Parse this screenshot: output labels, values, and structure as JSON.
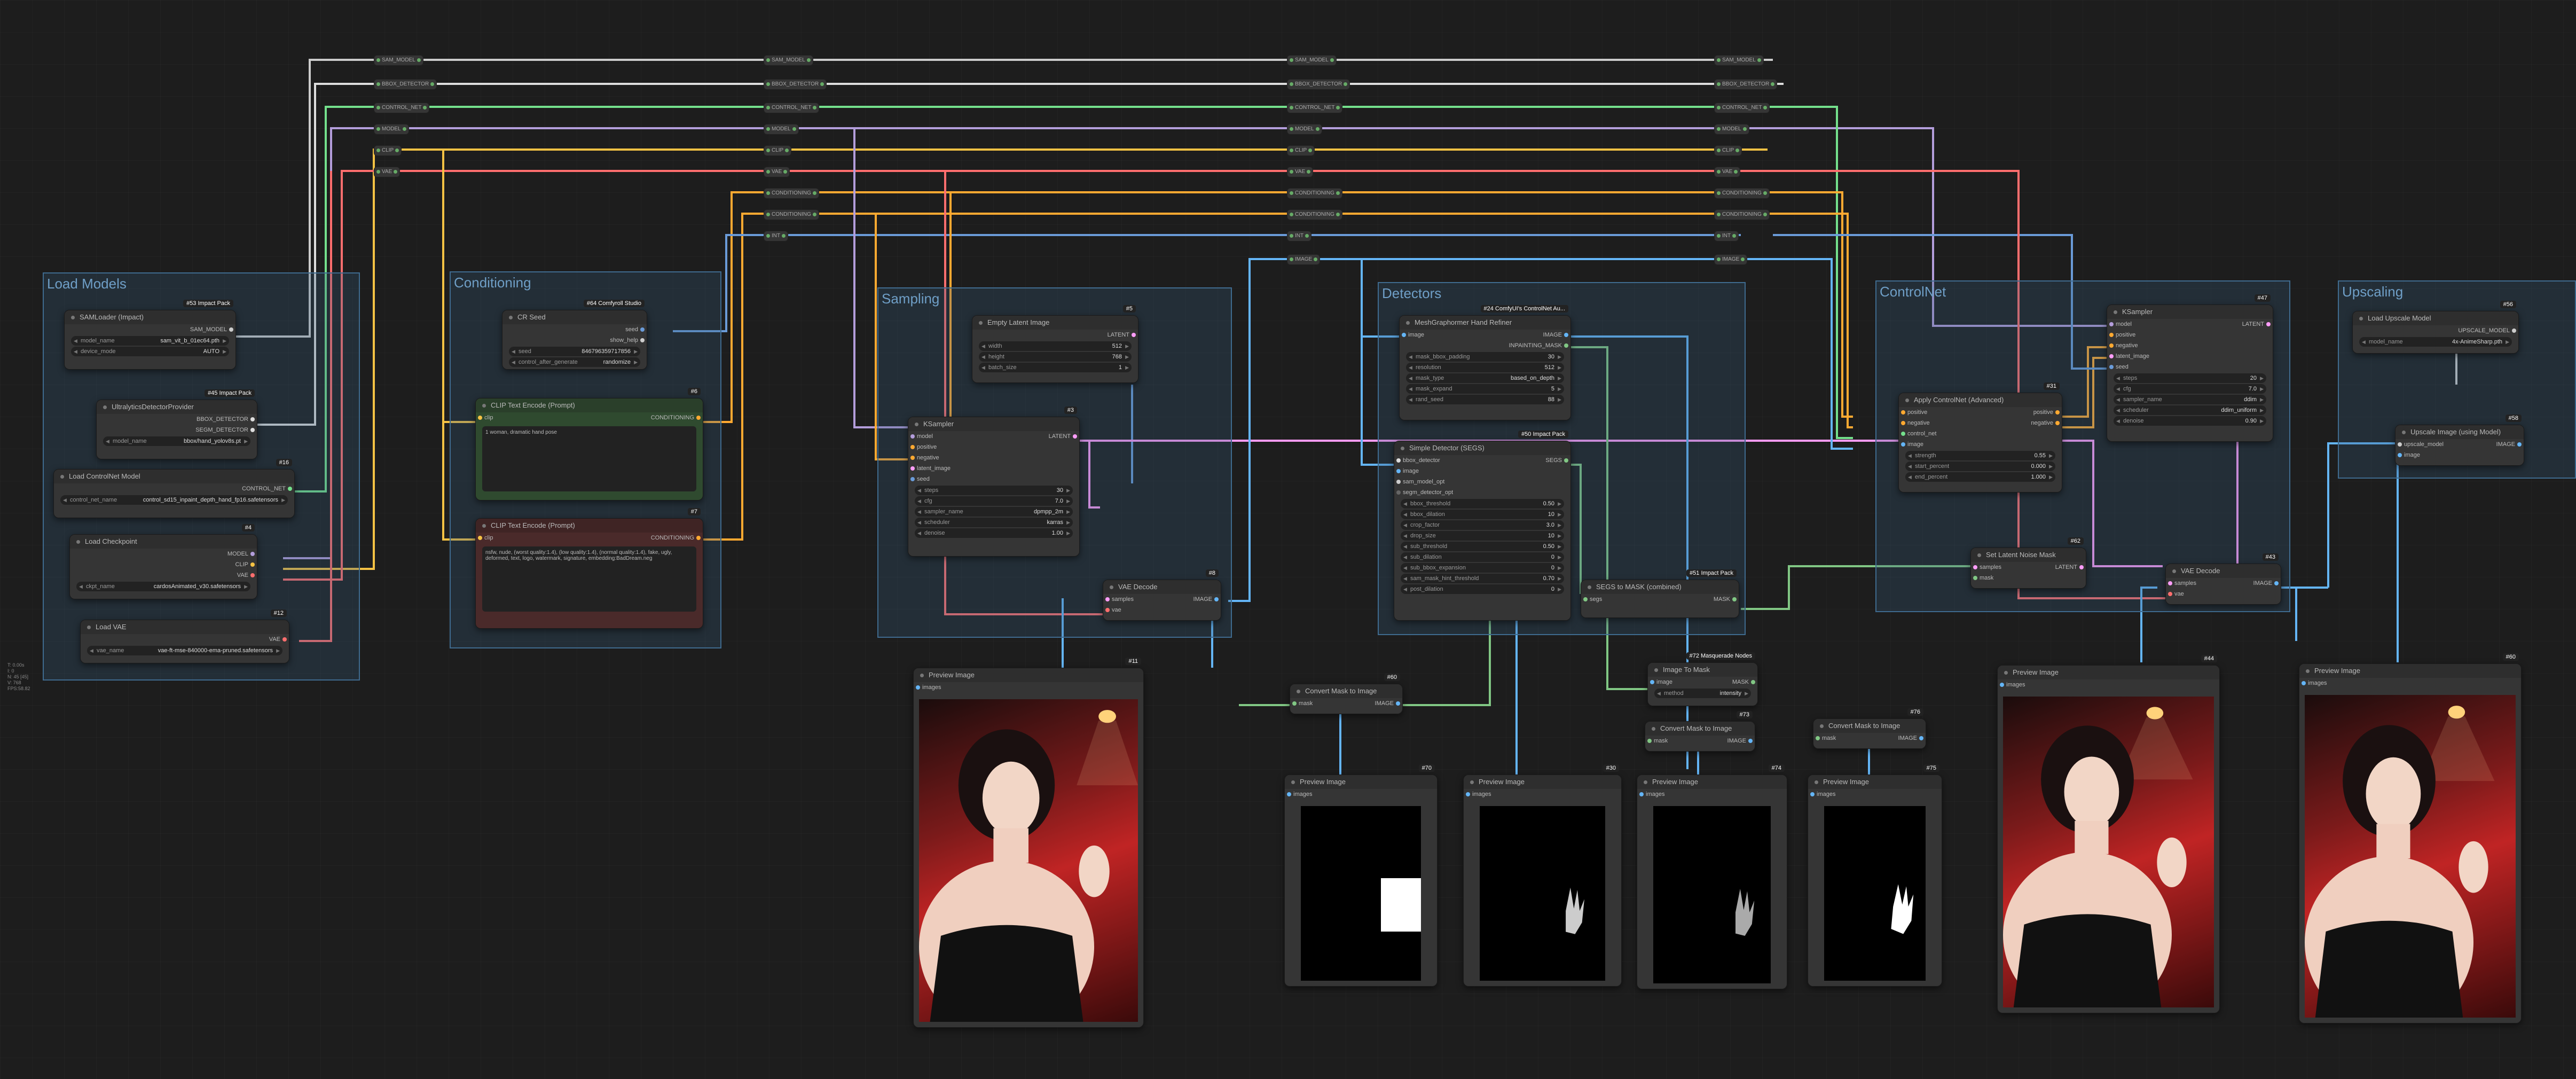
{
  "groups": {
    "load_models": "Load Models",
    "conditioning": "Conditioning",
    "sampling": "Sampling",
    "detectors": "Detectors",
    "controlnet": "ControlNet",
    "upscaling": "Upscaling"
  },
  "reroutes": {
    "sam_model": "SAM_MODEL",
    "bbox_detector": "BBOX_DETECTOR",
    "control_net": "CONTROL_NET",
    "model": "MODEL",
    "clip": "CLIP",
    "vae": "VAE",
    "conditioning": "CONDITIONING",
    "int": "INT",
    "image": "IMAGE"
  },
  "nodes": {
    "sam_loader": {
      "title": "SAMLoader (Impact)",
      "badge": "#53 Impact Pack",
      "out": "SAM_MODEL",
      "model_name_label": "model_name",
      "model_name": "sam_vit_b_01ec64.pth",
      "device_mode_label": "device_mode",
      "device_mode": "AUTO"
    },
    "ultralytics": {
      "title": "UltralyticsDetectorProvider",
      "badge": "#45 Impact Pack",
      "out1": "BBOX_DETECTOR",
      "out2": "SEGM_DETECTOR",
      "model_name_label": "model_name",
      "model_name": "bbox/hand_yolov8s.pt"
    },
    "controlnet_loader": {
      "title": "Load ControlNet Model",
      "badge": "#16",
      "out": "CONTROL_NET",
      "label": "control_net_name",
      "value": "control_sd15_inpaint_depth_hand_fp16.safetensors"
    },
    "checkpoint": {
      "title": "Load Checkpoint",
      "badge": "#4",
      "out1": "MODEL",
      "out2": "CLIP",
      "out3": "VAE",
      "label": "ckpt_name",
      "value": "cardosAnimated_v30.safetensors"
    },
    "load_vae": {
      "title": "Load VAE",
      "badge": "#12",
      "out": "VAE",
      "label": "vae_name",
      "value": "vae-ft-mse-840000-ema-pruned.safetensors"
    },
    "cr_seed": {
      "title": "CR Seed",
      "badge": "#64 Comfyroll Studio",
      "out1": "seed",
      "out2": "show_help",
      "seed_label": "seed",
      "seed": "846796359717856",
      "after_label": "control_after_generate",
      "after": "randomize"
    },
    "clip_pos": {
      "title": "CLIP Text Encode (Prompt)",
      "badge": "#6",
      "in": "clip",
      "out": "CONDITIONING",
      "text": "1 woman, dramatic hand pose"
    },
    "clip_neg": {
      "title": "CLIP Text Encode (Prompt)",
      "badge": "#7",
      "in": "clip",
      "out": "CONDITIONING",
      "text": "nsfw, nude, (worst quality:1.4), (low quality:1.4), (normal quality:1.4), fake, ugly, deformed, text, logo, watermark, signature, embedding:BadDream.neg"
    },
    "empty_latent": {
      "title": "Empty Latent Image",
      "badge": "#5",
      "out": "LATENT",
      "w_label": "width",
      "w": "512",
      "h_label": "height",
      "h": "768",
      "b_label": "batch_size",
      "b": "1"
    },
    "ksampler1": {
      "title": "KSampler",
      "badge": "#3",
      "inputs": [
        "model",
        "positive",
        "negative",
        "latent_image",
        "seed"
      ],
      "out": "LATENT",
      "widgets": [
        [
          "steps",
          "30"
        ],
        [
          "cfg",
          "7.0"
        ],
        [
          "sampler_name",
          "dpmpp_2m"
        ],
        [
          "scheduler",
          "karras"
        ],
        [
          "denoise",
          "1.00"
        ]
      ]
    },
    "vae_decode1": {
      "title": "VAE Decode",
      "badge": "#8",
      "in1": "samples",
      "in2": "vae",
      "out": "IMAGE"
    },
    "preview1": {
      "title": "Preview Image",
      "badge": "#11",
      "in": "images"
    },
    "mesh": {
      "title": "MeshGraphormer Hand Refiner",
      "badge": "#24 ComfyUI's ControlNet Au...",
      "in": "image",
      "out1": "IMAGE",
      "out2": "INPAINTING_MASK",
      "widgets": [
        [
          "mask_bbox_padding",
          "30"
        ],
        [
          "resolution",
          "512"
        ],
        [
          "mask_type",
          "based_on_depth"
        ],
        [
          "mask_expand",
          "5"
        ],
        [
          "rand_seed",
          "88"
        ]
      ]
    },
    "simple_detector": {
      "title": "Simple Detector (SEGS)",
      "badge": "#50 Impact Pack",
      "inputs": [
        "bbox_detector",
        "image",
        "sam_model_opt",
        "segm_detector_opt"
      ],
      "out": "SEGS",
      "widgets": [
        [
          "bbox_threshold",
          "0.50"
        ],
        [
          "bbox_dilation",
          "10"
        ],
        [
          "crop_factor",
          "3.0"
        ],
        [
          "drop_size",
          "10"
        ],
        [
          "sub_threshold",
          "0.50"
        ],
        [
          "sub_dilation",
          "0"
        ],
        [
          "sub_bbox_expansion",
          "0"
        ],
        [
          "sam_mask_hint_threshold",
          "0.70"
        ],
        [
          "post_dilation",
          "0"
        ]
      ]
    },
    "segs_to_mask": {
      "title": "SEGS to MASK (combined)",
      "badge": "#51 Impact Pack",
      "in": "segs",
      "out": "MASK"
    },
    "image_to_mask": {
      "title": "Image To Mask",
      "badge": "#72 Masquerade Nodes",
      "in": "image",
      "out": "MASK",
      "w_label": "method",
      "w": "intensity"
    },
    "cm2i_60": {
      "title": "Convert Mask to Image",
      "badge": "#60",
      "in": "mask",
      "out": "IMAGE"
    },
    "cm2i_73": {
      "title": "Convert Mask to Image",
      "badge": "#73",
      "in": "mask",
      "out": "IMAGE"
    },
    "cm2i_76": {
      "title": "Convert Mask to Image",
      "badge": "#76",
      "in": "mask",
      "out": "IMAGE"
    },
    "preview70": {
      "title": "Preview Image",
      "badge": "#70",
      "in": "images"
    },
    "preview30": {
      "title": "Preview Image",
      "badge": "#30",
      "in": "images"
    },
    "preview74": {
      "title": "Preview Image",
      "badge": "#74",
      "in": "images"
    },
    "preview75": {
      "title": "Preview Image",
      "badge": "#75",
      "in": "images"
    },
    "apply_cn": {
      "title": "Apply ControlNet (Advanced)",
      "badge": "#31",
      "inputs": [
        "positive",
        "negative",
        "control_net",
        "image"
      ],
      "out1": "positive",
      "out2": "negative",
      "widgets": [
        [
          "strength",
          "0.55"
        ],
        [
          "start_percent",
          "0.000"
        ],
        [
          "end_percent",
          "1.000"
        ]
      ]
    },
    "ksampler2": {
      "title": "KSampler",
      "badge": "#47",
      "inputs": [
        "model",
        "positive",
        "negative",
        "latent_image",
        "seed"
      ],
      "out": "LATENT",
      "widgets": [
        [
          "steps",
          "20"
        ],
        [
          "cfg",
          "7.0"
        ],
        [
          "sampler_name",
          "ddim"
        ],
        [
          "scheduler",
          "ddim_uniform"
        ],
        [
          "denoise",
          "0.90"
        ]
      ]
    },
    "set_latent_mask": {
      "title": "Set Latent Noise Mask",
      "badge": "#62",
      "in1": "samples",
      "in2": "mask",
      "out": "LATENT"
    },
    "vae_decode2": {
      "title": "VAE Decode",
      "badge": "#43",
      "in1": "samples",
      "in2": "vae",
      "out": "IMAGE"
    },
    "preview44": {
      "title": "Preview Image",
      "badge": "#44",
      "in": "images"
    },
    "upscale_loader": {
      "title": "Load Upscale Model",
      "badge": "#56",
      "out": "UPSCALE_MODEL",
      "label": "model_name",
      "value": "4x-AnimeSharp.pth"
    },
    "upscale_img": {
      "title": "Upscale Image (using Model)",
      "badge": "#58",
      "in1": "upscale_model",
      "in2": "image",
      "out": "IMAGE"
    },
    "preview60": {
      "title": "Preview Image",
      "badge": "#60",
      "in": "images"
    }
  },
  "status": "T: 0.00s\nI: 0\nN: 45 [45]\nV: 768\nFPS:58.82",
  "colors": {
    "clip": "#f5c244",
    "model": "#b39ddb",
    "vae": "#ff6e6e",
    "conditioning": "#ffa931",
    "latent": "#ff9cf9",
    "image": "#64b5f6",
    "mask": "#81c784",
    "sam": "#cccccc",
    "int": "#6a9bd8"
  }
}
